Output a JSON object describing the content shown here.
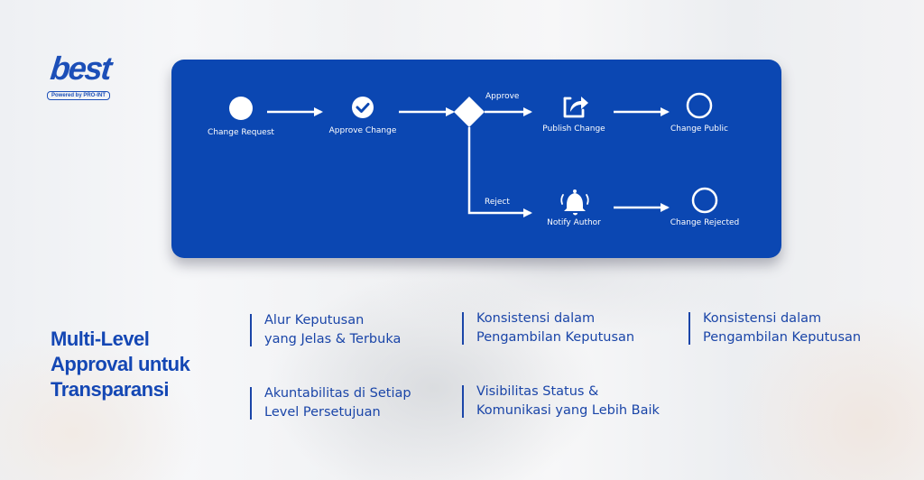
{
  "brand": {
    "logo_word": "best",
    "logo_tagline": "Powered by PRO-INT",
    "primary_color": "#0b47b2",
    "text_color": "#1a45a8"
  },
  "diagram": {
    "nodes": [
      {
        "id": "change-request",
        "label": "Change Request",
        "type": "start",
        "icon": "filled-circle"
      },
      {
        "id": "approve-change",
        "label": "Approve Change",
        "type": "task",
        "icon": "check-circle-icon"
      },
      {
        "id": "decision",
        "label": "",
        "type": "gateway",
        "icon": "diamond"
      },
      {
        "id": "publish-change",
        "label": "Publish Change",
        "type": "task",
        "icon": "share-icon"
      },
      {
        "id": "change-public",
        "label": "Change Public",
        "type": "end",
        "icon": "hollow-circle"
      },
      {
        "id": "notify-author",
        "label": "Notify Author",
        "type": "task",
        "icon": "bell-icon"
      },
      {
        "id": "change-rejected",
        "label": "Change Rejected",
        "type": "end",
        "icon": "hollow-circle"
      }
    ],
    "edges": [
      {
        "from": "change-request",
        "to": "approve-change",
        "label": ""
      },
      {
        "from": "approve-change",
        "to": "decision",
        "label": ""
      },
      {
        "from": "decision",
        "to": "publish-change",
        "label": "Approve"
      },
      {
        "from": "publish-change",
        "to": "change-public",
        "label": ""
      },
      {
        "from": "decision",
        "to": "notify-author",
        "label": "Reject"
      },
      {
        "from": "notify-author",
        "to": "change-rejected",
        "label": ""
      }
    ],
    "edge_labels": {
      "approve": "Approve",
      "reject": "Reject"
    }
  },
  "headline": {
    "line1": "Multi-Level",
    "line2": "Approval untuk",
    "line3": "Transparansi"
  },
  "features": [
    {
      "line1": "Alur Keputusan",
      "line2": "yang Jelas & Terbuka"
    },
    {
      "line1": "Konsistensi dalam",
      "line2": "Pengambilan Keputusan"
    },
    {
      "line1": "Konsistensi dalam",
      "line2": "Pengambilan Keputusan"
    },
    {
      "line1": "Akuntabilitas di Setiap",
      "line2": "Level Persetujuan"
    },
    {
      "line1": "Visibilitas Status &",
      "line2": "Komunikasi yang Lebih Baik"
    }
  ]
}
